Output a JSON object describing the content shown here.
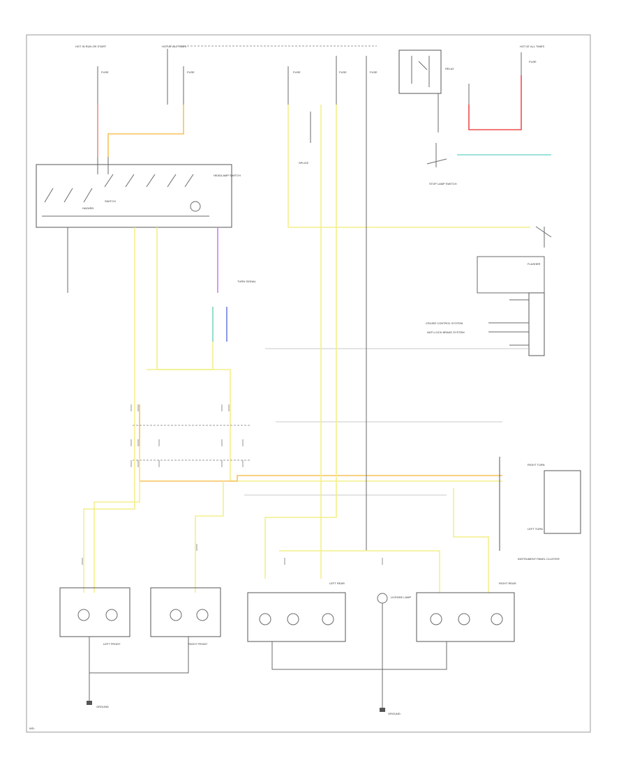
{
  "colors": {
    "yellow_wire": "#f3ef8a",
    "orange_wire": "#f6c25a",
    "red_wire": "#ef4b4b",
    "pink_wire": "#f08a8a",
    "teal_wire": "#7dd8cf",
    "violet_wire": "#c483e8",
    "blue_wire": "#6f7fe0",
    "line": "#6a6a6a",
    "frame": "#9a9a9a"
  },
  "labels": {
    "top_left_header": "HOT IN RUN OR START",
    "top_mid_header": "HOT AT ALL TIMES",
    "top_right_header": "HOT AT ALL TIMES",
    "fuse_a": "FUSE",
    "fuse_b": "FUSE",
    "fuse_c": "FUSE",
    "fuse_d": "FUSE",
    "fuse_e": "FUSE",
    "relay": "RELAY",
    "headlamp_switch": "HEADLAMP SWITCH",
    "switch_inner": "SWITCH",
    "hazard": "HAZARD",
    "turn_signal": "TURN SIGNAL",
    "splice": "SPLICE",
    "brake_switch": "STOP LAMP SWITCH",
    "flasher": "FLASHER",
    "cruise_control": "CRUISE CONTROL SYSTEM",
    "abs_module": "ANTI-LOCK BRAKE SYSTEM",
    "instrument_cluster": "INSTRUMENT PANEL CLUSTER",
    "left_turn": "LEFT TURN",
    "right_turn": "RIGHT TURN",
    "left_front_lamp": "LEFT FRONT",
    "right_front_lamp": "RIGHT FRONT",
    "left_rear_lamp": "LEFT REAR",
    "right_rear_lamp": "RIGHT REAR",
    "license_lamp": "LICENSE LAMP",
    "ground_left": "GROUND",
    "ground_right": "GROUND",
    "page_ref": "WD-"
  }
}
